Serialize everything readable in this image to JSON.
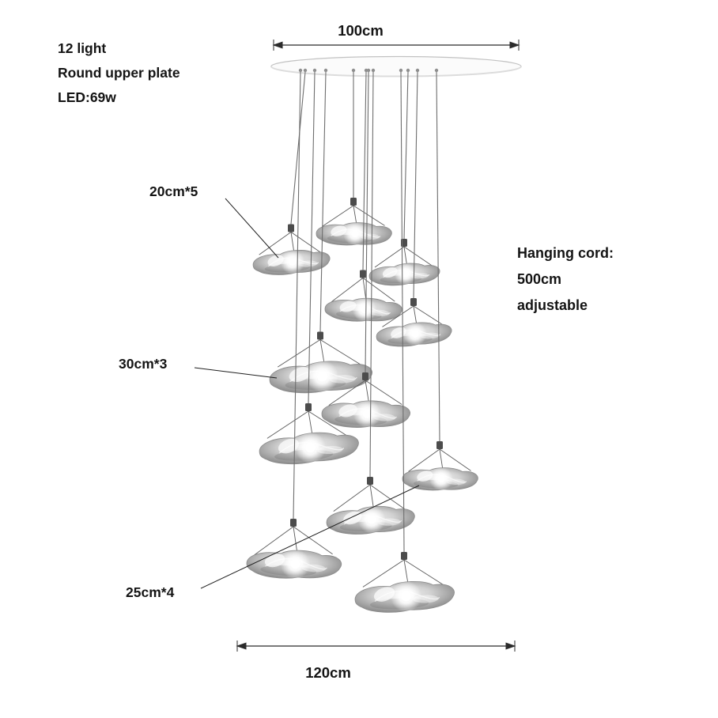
{
  "specs": {
    "lights": "12 light",
    "plate": "Round upper plate",
    "led": "LED:69w"
  },
  "dimensions": {
    "top_width": "100cm",
    "bottom_width": "120cm"
  },
  "lamp_sizes": {
    "small": "20cm*5",
    "medium": "30cm*3",
    "large": "25cm*4"
  },
  "hanging_cord": {
    "title": "Hanging cord:",
    "length": "500cm",
    "note": "adjustable"
  },
  "colors": {
    "text": "#141414",
    "dimension_line": "#2b2b2b",
    "cord": "#6e6e6e",
    "shade": "#9a9a9a",
    "background": "#ffffff"
  }
}
